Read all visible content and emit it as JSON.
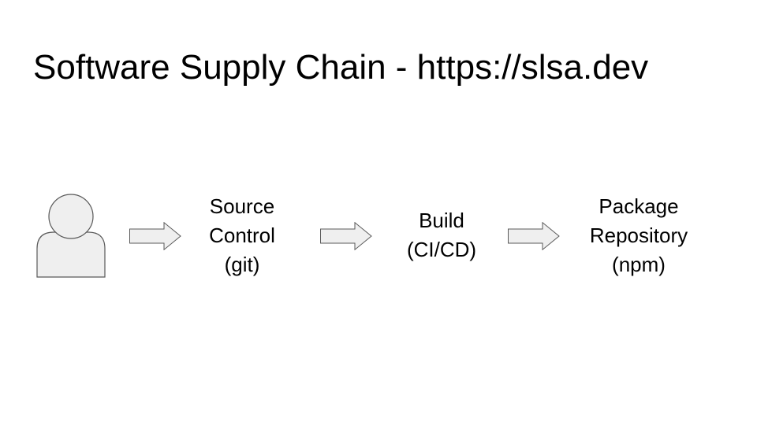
{
  "title": "Software Supply Chain - https://slsa.dev",
  "actor": {
    "icon": "person-icon"
  },
  "stages": [
    {
      "lines": [
        "Source",
        "Control",
        "(git)"
      ]
    },
    {
      "lines": [
        "Build",
        "(CI/CD)"
      ]
    },
    {
      "lines": [
        "Package",
        "Repository",
        "(npm)"
      ]
    }
  ],
  "connector": {
    "icon": "arrow-right-icon"
  },
  "colors": {
    "shape_fill": "#efefef",
    "shape_stroke": "#595959",
    "text": "#000000"
  }
}
